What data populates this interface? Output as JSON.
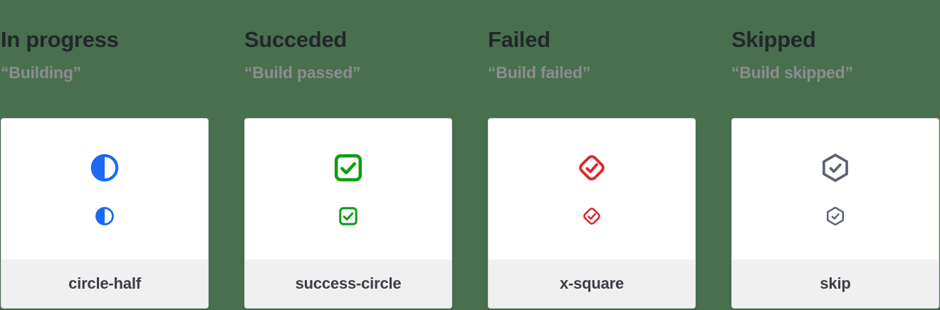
{
  "page": {
    "background_color": "#48704f",
    "card_background": "#ffffff",
    "card_footer_background": "#f0f0f1",
    "title_color": "#23272c",
    "quote_color": "#8c8c90",
    "label_color": "#3b3f45"
  },
  "columns": [
    {
      "title": "In progress",
      "quote": "“Building”",
      "icon": "circle-half-icon",
      "icon_color": "#1c69f2",
      "label": "circle-half"
    },
    {
      "title": "Succeded",
      "quote": "“Build passed”",
      "icon": "check-square-icon",
      "icon_color": "#0d9e12",
      "label": "success-circle"
    },
    {
      "title": "Failed",
      "quote": "“Build failed”",
      "icon": "check-diamond-icon",
      "icon_color": "#e3242b",
      "label": "x-square"
    },
    {
      "title": "Skipped",
      "quote": "“Build skipped”",
      "icon": "check-hexagon-icon",
      "icon_color": "#5b6372",
      "label": "skip"
    }
  ]
}
